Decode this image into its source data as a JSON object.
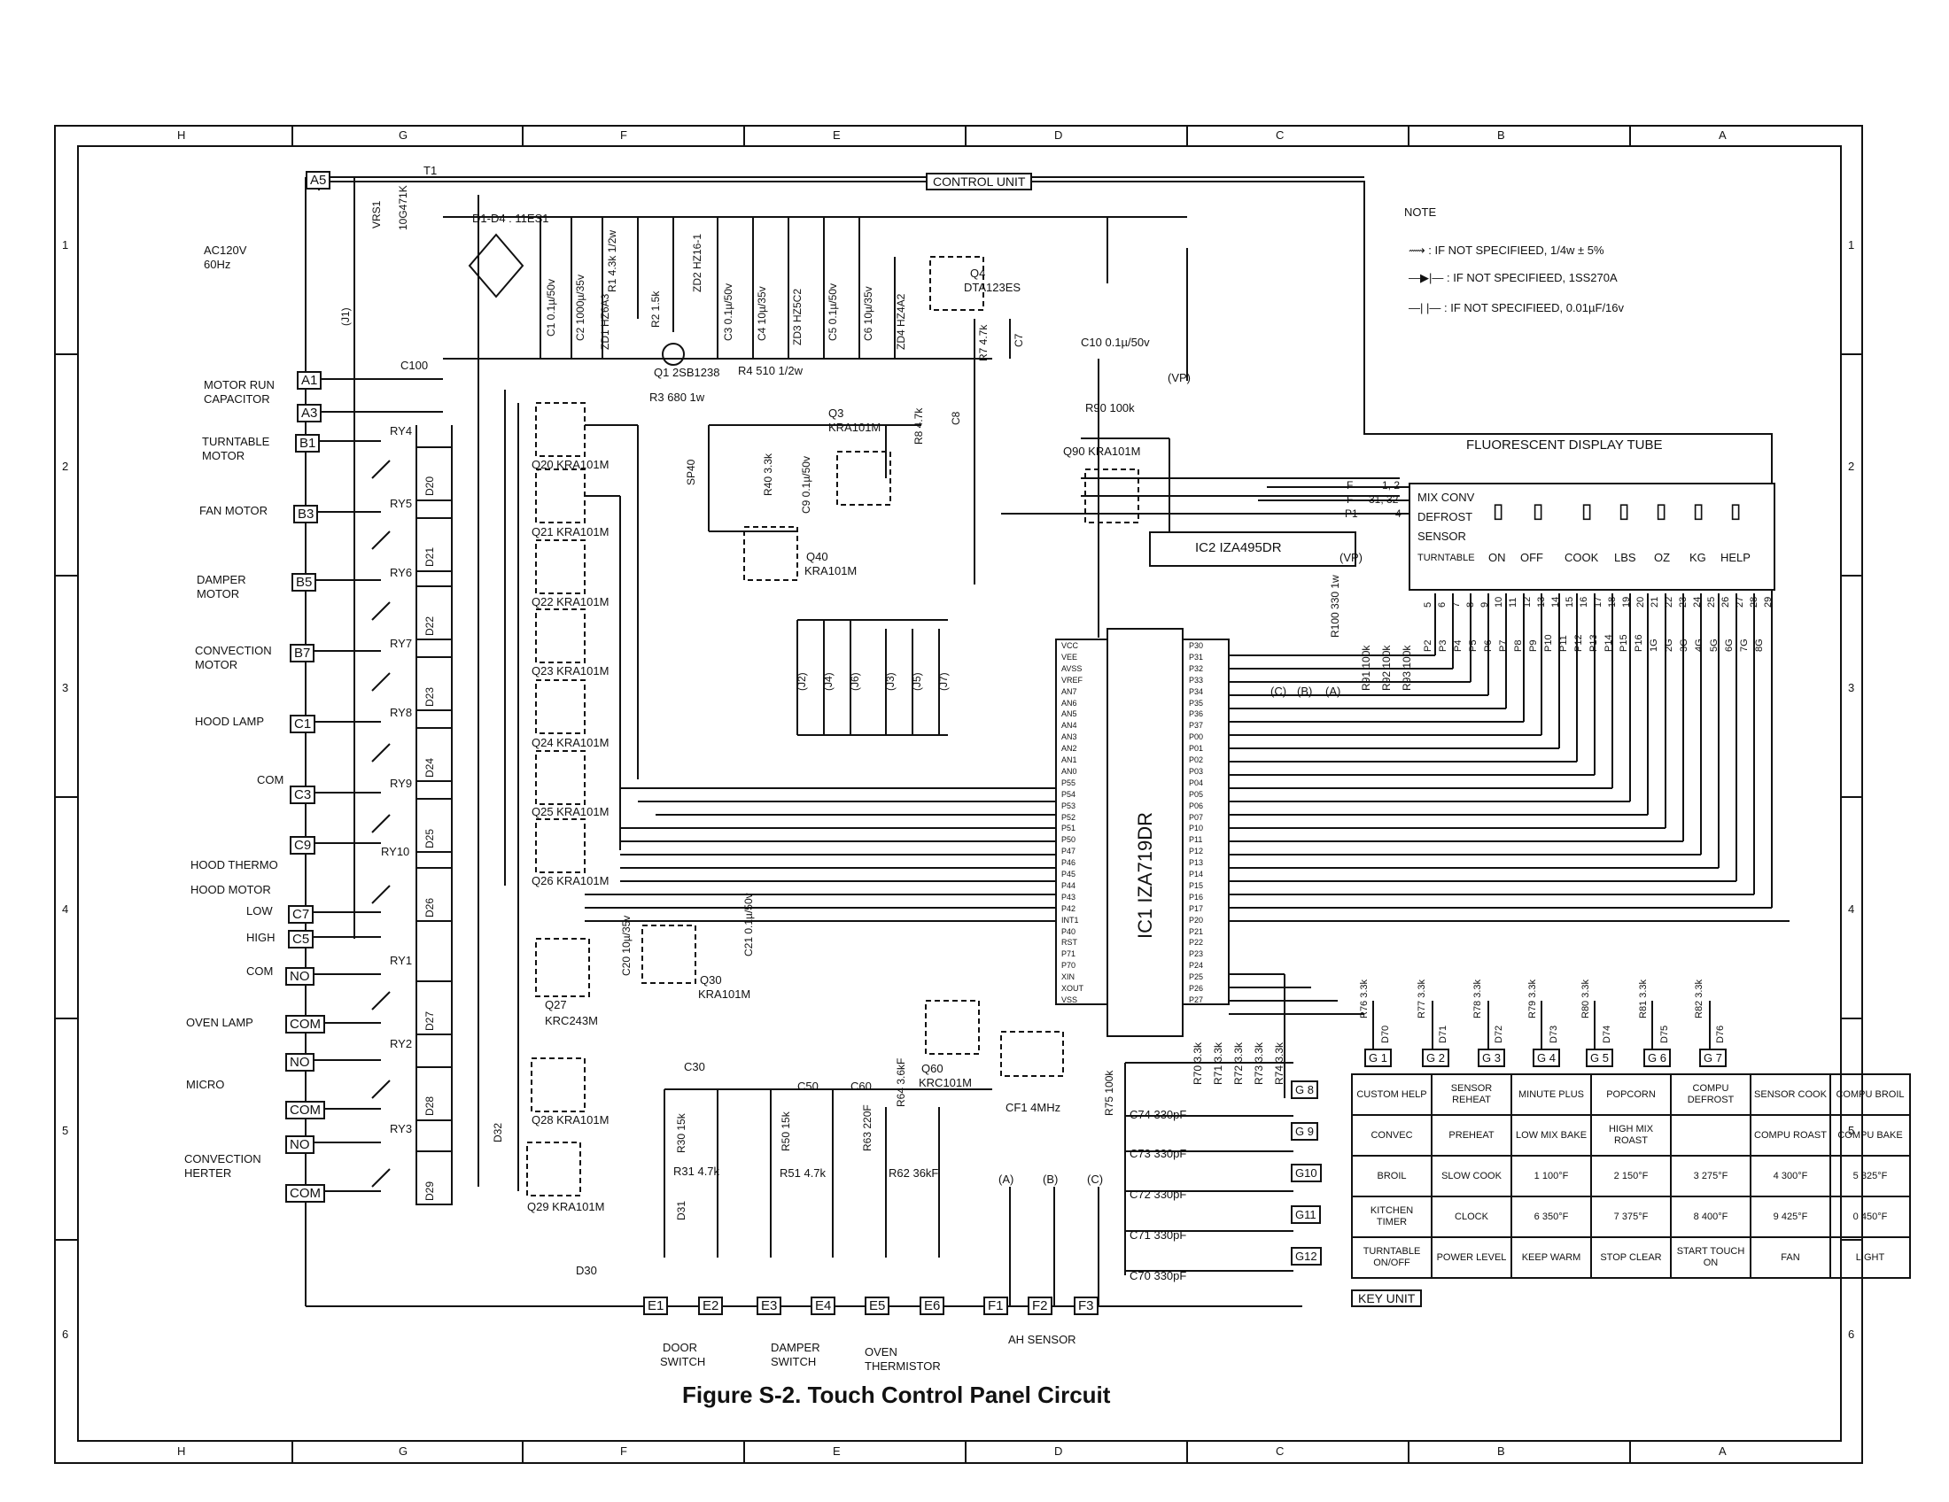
{
  "title": "Figure S-2. Touch Control Panel Circuit",
  "control_unit_label": "CONTROL UNIT",
  "key_unit_label": "KEY UNIT",
  "fdt_label": "FLUORESCENT DISPLAY TUBE",
  "border_letters": [
    "H",
    "G",
    "F",
    "E",
    "D",
    "C",
    "B",
    "A"
  ],
  "border_numbers": [
    "1",
    "2",
    "3",
    "4",
    "5",
    "6"
  ],
  "notes": {
    "heading": "NOTE",
    "lines": [
      ": IF NOT SPECIFIEED, 1/4w ± 5%",
      ": IF NOT SPECIFIEED, 1SS270A",
      ": IF NOT SPECIFIEED, 0.01µF/16v"
    ]
  },
  "left_labels": {
    "ac": "AC120V",
    "hz": "60Hz",
    "motor_run": "MOTOR RUN",
    "capacitor": "CAPACITOR",
    "turntable": "TURNTABLE",
    "motor1": "MOTOR",
    "fan": "FAN MOTOR",
    "damper": "DAMPER",
    "motor2": "MOTOR",
    "convection": "CONVECTION",
    "motor3": "MOTOR",
    "hood_lamp": "HOOD LAMP",
    "com1": "COM",
    "hood_thermo": "HOOD THERMO",
    "hood_motor": "HOOD MOTOR",
    "low": "LOW",
    "high": "HIGH",
    "com2": "COM",
    "oven_lamp": "OVEN LAMP",
    "micro": "MICRO",
    "conv_heater1": "CONVECTION",
    "conv_heater2": "HERTER"
  },
  "connectors": [
    "A5",
    "A1",
    "A3",
    "B1",
    "B3",
    "B5",
    "B7",
    "C1",
    "C3",
    "C9",
    "C7",
    "C5",
    "NO",
    "COM",
    "NO",
    "COM",
    "NO",
    "COM"
  ],
  "bottom_connectors": [
    "E1",
    "E2",
    "E3",
    "E4",
    "E5",
    "E6",
    "F1",
    "F2",
    "F3"
  ],
  "bottom_labels": {
    "door1": "DOOR",
    "door2": "SWITCH",
    "damper1": "DAMPER",
    "damper2": "SWITCH",
    "oven1": "OVEN",
    "oven2": "THERMISTOR",
    "ah": "AH SENSOR"
  },
  "relays": [
    "RY4",
    "RY5",
    "RY6",
    "RY7",
    "RY8",
    "RY9",
    "RY10",
    "RY1",
    "RY2",
    "RY3"
  ],
  "diodes_left": [
    "D20",
    "D21",
    "D22",
    "D23",
    "D24",
    "D25",
    "D26",
    "D27",
    "D28",
    "D29"
  ],
  "transistors": [
    "Q20 KRA101M",
    "Q21 KRA101M",
    "Q22 KRA101M",
    "Q23 KRA101M",
    "Q24 KRA101M",
    "Q25 KRA101M",
    "Q26 KRA101M",
    "Q27",
    "KRC243M",
    "Q28 KRA101M",
    "Q29 KRA101M"
  ],
  "power_parts": {
    "t1": "T1",
    "vrs1": "VRS1",
    "vrs1_val": "10G471K",
    "d1d4": "D1-D4 : 11ES1",
    "c1": "C1 0.1µ/50v",
    "c2": "C2 1000µ/35v",
    "r1": "R1 4.3k 1/2w",
    "zd2": "ZD2 HZ16-1",
    "zd1": "ZD1 HZ6A3",
    "r2": "R2 1.5k",
    "c3": "C3 0.1µ/50v",
    "c4": "C4 10µ/35v",
    "zd3": "ZD3 HZ5C2",
    "c5": "C5 0.1µ/50v",
    "c6": "C6 10µ/35v",
    "zd4": "ZD4 HZ4A2",
    "q4": "Q4",
    "q4_part": "DTA123ES",
    "r7": "R7 4.7k",
    "c7": "C7",
    "c10": "C10 0.1µ/50v",
    "vp": "(VP)",
    "q1": "Q1 2SB1238",
    "r4": "R4 510 1/2w",
    "r3": "R3 680 1w",
    "c100": "C100",
    "j1": "(J1)"
  },
  "mid_parts": {
    "q3": "Q3",
    "q3_part": "KRA101M",
    "r8": "R8 4.7k",
    "c8": "C8",
    "sp40": "SP40",
    "r40": "R40 3.3k",
    "c9": "C9 0.1µ/50v",
    "q40": "Q40",
    "q40_part": "KRA101M",
    "r90": "R90 100k",
    "q90": "Q90 KRA101M",
    "ic2": "IC2  IZA495DR",
    "ic1": "IC1  IZA719DR",
    "r100": "R100 330 1w",
    "r91": "R91 100k",
    "r92": "R92 100k",
    "r93": "R93 100k",
    "vp2": "(VP)",
    "c_lbl": "(C)",
    "b_lbl": "(B)",
    "a_lbl": "(A)",
    "q30": "Q30",
    "q30_part": "KRA101M",
    "c20": "C20 10µ/35v",
    "c21": "C21 0.1µ/50v",
    "c30": "C30",
    "r30": "R30 15k",
    "r31": "R31 4.7k",
    "d31": "D31",
    "d30": "D30",
    "d32": "D32",
    "c50": "C50",
    "c60": "C60",
    "r50": "R50 15k",
    "r51": "R51 4.7k",
    "r63": "R63 220F",
    "r64": "R64 3.6kF",
    "r62": "R62 36kF",
    "q60": "Q60",
    "q60_part": "KRC101M",
    "cf1": "CF1 4MHz",
    "r75": "R75 100k",
    "c74": "C74 330pF",
    "c73": "C73 330pF",
    "c72": "C72 330pF",
    "c71": "C71 330pF",
    "c70": "C70 330pF",
    "r70": "R70 3.3k",
    "r71": "R71 3.3k",
    "r72": "R72 3.3k",
    "r73": "R73 3.3k",
    "r74": "R74 3.3k",
    "ain_a": "(A)",
    "ain_b": "(B)",
    "ain_c": "(C)"
  },
  "jumpers": [
    "(J2)",
    "(J4)",
    "(J6)",
    "(J3)",
    "(J5)",
    "(J7)"
  ],
  "ic1_left_pins": [
    "VCC",
    "VEE",
    "AVSS",
    "VREF",
    "AN7",
    "AN6",
    "AN5",
    "AN4",
    "AN3",
    "AN2",
    "AN1",
    "AN0",
    "P55",
    "P54",
    "P53",
    "P52",
    "P51",
    "P50",
    "P47",
    "P46",
    "P45",
    "P44",
    "P43",
    "P42",
    "INT1",
    "P40",
    "RST",
    "P71",
    "P70",
    "XIN",
    "XOUT",
    "VSS"
  ],
  "ic1_right_pins": [
    "P30",
    "P31",
    "P32",
    "P33",
    "P34",
    "P35",
    "P36",
    "P37",
    "P00",
    "P01",
    "P02",
    "P03",
    "P04",
    "P05",
    "P06",
    "P07",
    "P10",
    "P11",
    "P12",
    "P13",
    "P14",
    "P15",
    "P16",
    "P17",
    "P20",
    "P21",
    "P22",
    "P23",
    "P24",
    "P25",
    "P26",
    "P27"
  ],
  "fdt_pin_numbers": [
    "5",
    "6",
    "7",
    "8",
    "9",
    "10",
    "11",
    "12",
    "13",
    "14",
    "15",
    "16",
    "17",
    "18",
    "19",
    "20",
    "21",
    "22",
    "23",
    "24",
    "25",
    "26",
    "27",
    "28",
    "29"
  ],
  "fdt_grid_labels": [
    "P2",
    "P3",
    "P4",
    "P5",
    "P6",
    "P7",
    "P8",
    "P9",
    "P10",
    "P11",
    "P12",
    "P13",
    "P14",
    "P15",
    "P16",
    "1G",
    "2G",
    "3G",
    "4G",
    "5G",
    "6G",
    "7G",
    "8G"
  ],
  "fdt_side": [
    "F",
    "F",
    "P1"
  ],
  "fdt_side_pins": [
    "1, 2",
    "31, 32",
    "4"
  ],
  "display": {
    "mix_conv": "MIX CONV",
    "defrost": "DEFROST",
    "sensor": "SENSOR",
    "turntable": "TURNTABLE",
    "on": "ON",
    "off": "OFF",
    "cook": "COOK",
    "lbs": "LBS",
    "oz": "OZ",
    "kg": "KG",
    "help": "HELP"
  },
  "key_resistors": [
    "R76 3.3k",
    "R77 3.3k",
    "R78 3.3k",
    "R79 3.3k",
    "R80 3.3k",
    "R81 3.3k",
    "R82 3.3k"
  ],
  "key_diodes": [
    "D70",
    "D71",
    "D72",
    "D73",
    "D74",
    "D75",
    "D76"
  ],
  "key_cols": [
    "G 1",
    "G 2",
    "G 3",
    "G 4",
    "G 5",
    "G 6",
    "G 7"
  ],
  "key_rows": [
    "G 8",
    "G 9",
    "G10",
    "G11",
    "G12"
  ],
  "keys": [
    [
      "CUSTOM HELP",
      "SENSOR REHEAT",
      "MINUTE PLUS",
      "POPCORN",
      "COMPU DEFROST",
      "SENSOR COOK",
      "COMPU BROIL"
    ],
    [
      "CONVEC",
      "PREHEAT",
      "LOW MIX BAKE",
      "HIGH MIX ROAST",
      "",
      "COMPU ROAST",
      "COMPU BAKE"
    ],
    [
      "BROIL",
      "SLOW COOK",
      "1 100°F",
      "2 150°F",
      "3 275°F",
      "4 300°F",
      "5 325°F"
    ],
    [
      "KITCHEN TIMER",
      "CLOCK",
      "6 350°F",
      "7 375°F",
      "8 400°F",
      "9 425°F",
      "0 450°F"
    ],
    [
      "TURNTABLE ON/OFF",
      "POWER LEVEL",
      "KEEP WARM",
      "STOP CLEAR",
      "START TOUCH ON",
      "FAN",
      "LIGHT"
    ]
  ]
}
